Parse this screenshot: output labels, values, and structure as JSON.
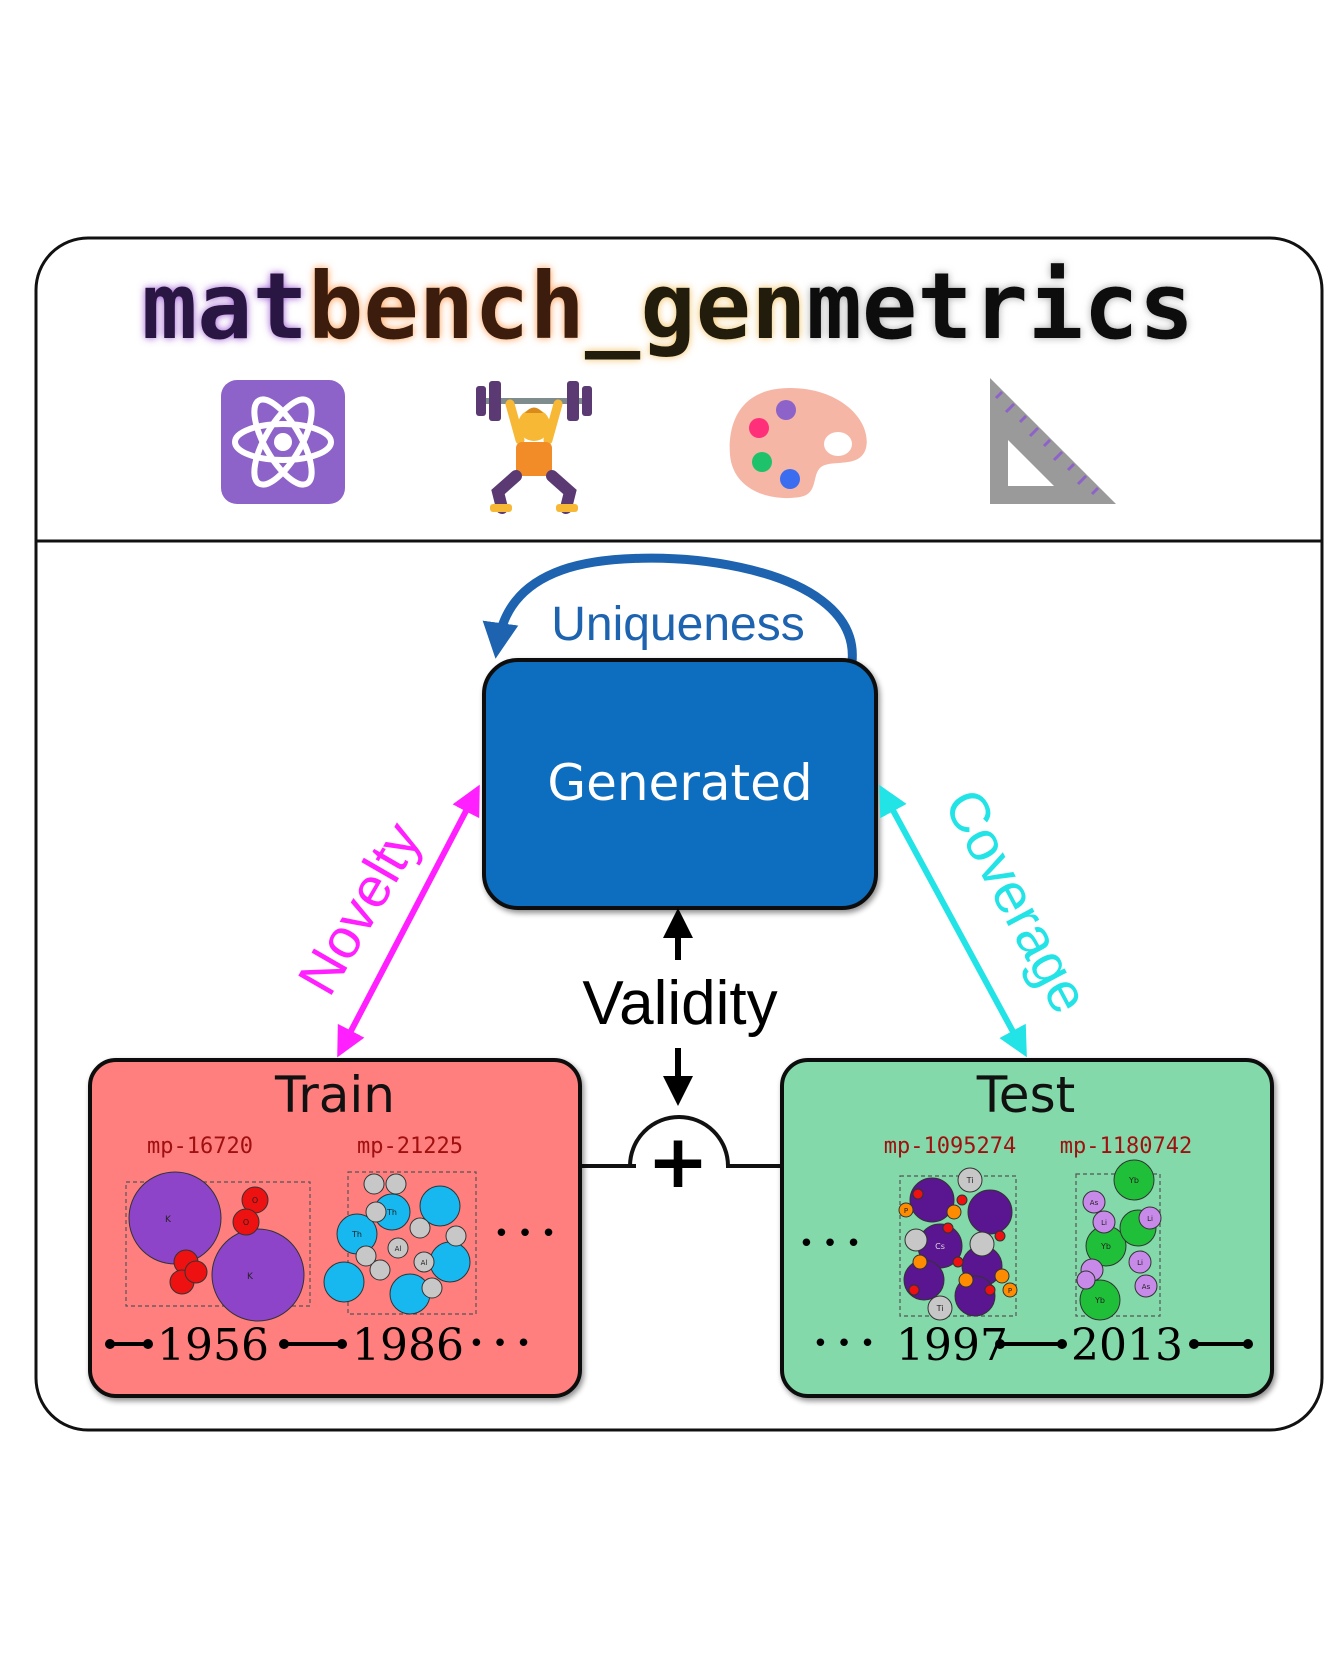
{
  "title": {
    "part1": "mat",
    "part2": "bench",
    "part3": "_gen",
    "part4": "metrics",
    "colors": {
      "part1": "#7a3fb5",
      "part2": "#e8641c",
      "part3": "#e8b04a",
      "part4": "#111111"
    }
  },
  "icons": [
    "atom-icon",
    "weightlifter-icon",
    "art-palette-icon",
    "set-square-icon"
  ],
  "nodes": {
    "generated": {
      "label": "Generated",
      "color": "#0a6ebf"
    },
    "train": {
      "label": "Train",
      "color": "#ff7f7f"
    },
    "test": {
      "label": "Test",
      "color": "#83d9a9"
    }
  },
  "metrics": {
    "uniqueness": {
      "label": "Uniqueness",
      "color": "#1d63b0"
    },
    "novelty": {
      "label": "Novelty",
      "color": "#ff1fff"
    },
    "coverage": {
      "label": "Coverage",
      "color": "#22e3e6"
    },
    "validity": {
      "label": "Validity",
      "color": "#000000"
    }
  },
  "train": {
    "ids": [
      "mp-16720",
      "mp-21225"
    ],
    "years": [
      "1956",
      "1986"
    ],
    "ellipsis": "• • •"
  },
  "test": {
    "ids": [
      "mp-1095274",
      "mp-1180742"
    ],
    "years": [
      "1997",
      "2013"
    ],
    "ellipsis": "• • •"
  },
  "atoms": {
    "k": "K",
    "o": "O",
    "th": "Th",
    "al": "Al",
    "ti": "Ti",
    "p": "P",
    "cs": "Cs",
    "yb": "Yb",
    "li": "Li",
    "as": "As"
  },
  "symbols": {
    "plus": "+"
  }
}
